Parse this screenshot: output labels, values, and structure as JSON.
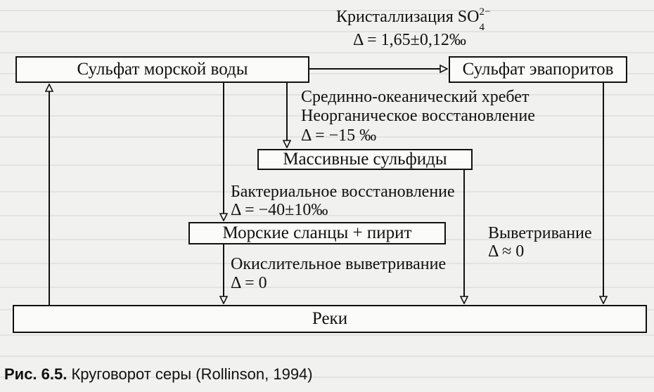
{
  "boxes": {
    "seawater_sulfate": "Сульфат морской воды",
    "evaporite_sulfate": "Сульфат эвапоритов",
    "massive_sulfides": "Массивные сульфиды",
    "marine_shales_pyrite": "Морские сланцы + пирит",
    "rivers": "Реки"
  },
  "labels": {
    "crystallization_text": "Кристаллизация SO",
    "crystallization_sub": "4",
    "crystallization_sup": "2−",
    "crystallization_delta": "Δ = 1,65±0,12‰",
    "mid_ocean_ridge": "Срединно-океанический хребет",
    "inorganic_reduction": "Неорганическое восстановление",
    "inorganic_delta": "Δ = −15 ‰",
    "bacterial_reduction": "Бактериальное восстановление",
    "bacterial_delta": "Δ = −40±10‰",
    "weathering": "Выветривание",
    "weathering_delta": "Δ ≈ 0",
    "oxidative_weathering": "Окислительное выветривание",
    "oxidative_delta": "Δ = 0"
  },
  "caption": {
    "figure_number": "Рис. 6.5.",
    "text": " Круговорот серы (Rollinson, 1994)"
  }
}
